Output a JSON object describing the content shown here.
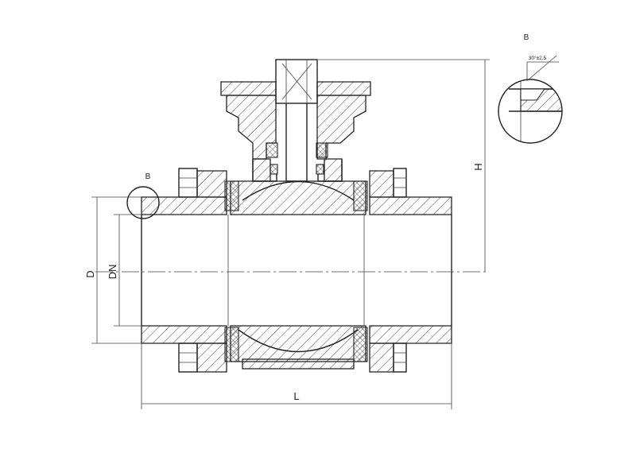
{
  "labels": {
    "detail_marker": "B",
    "detail_title": "B",
    "chamfer_spec": "30°±2.5",
    "height": "H",
    "outer_diameter": "D",
    "nominal_diameter": "DN",
    "length": "L"
  }
}
